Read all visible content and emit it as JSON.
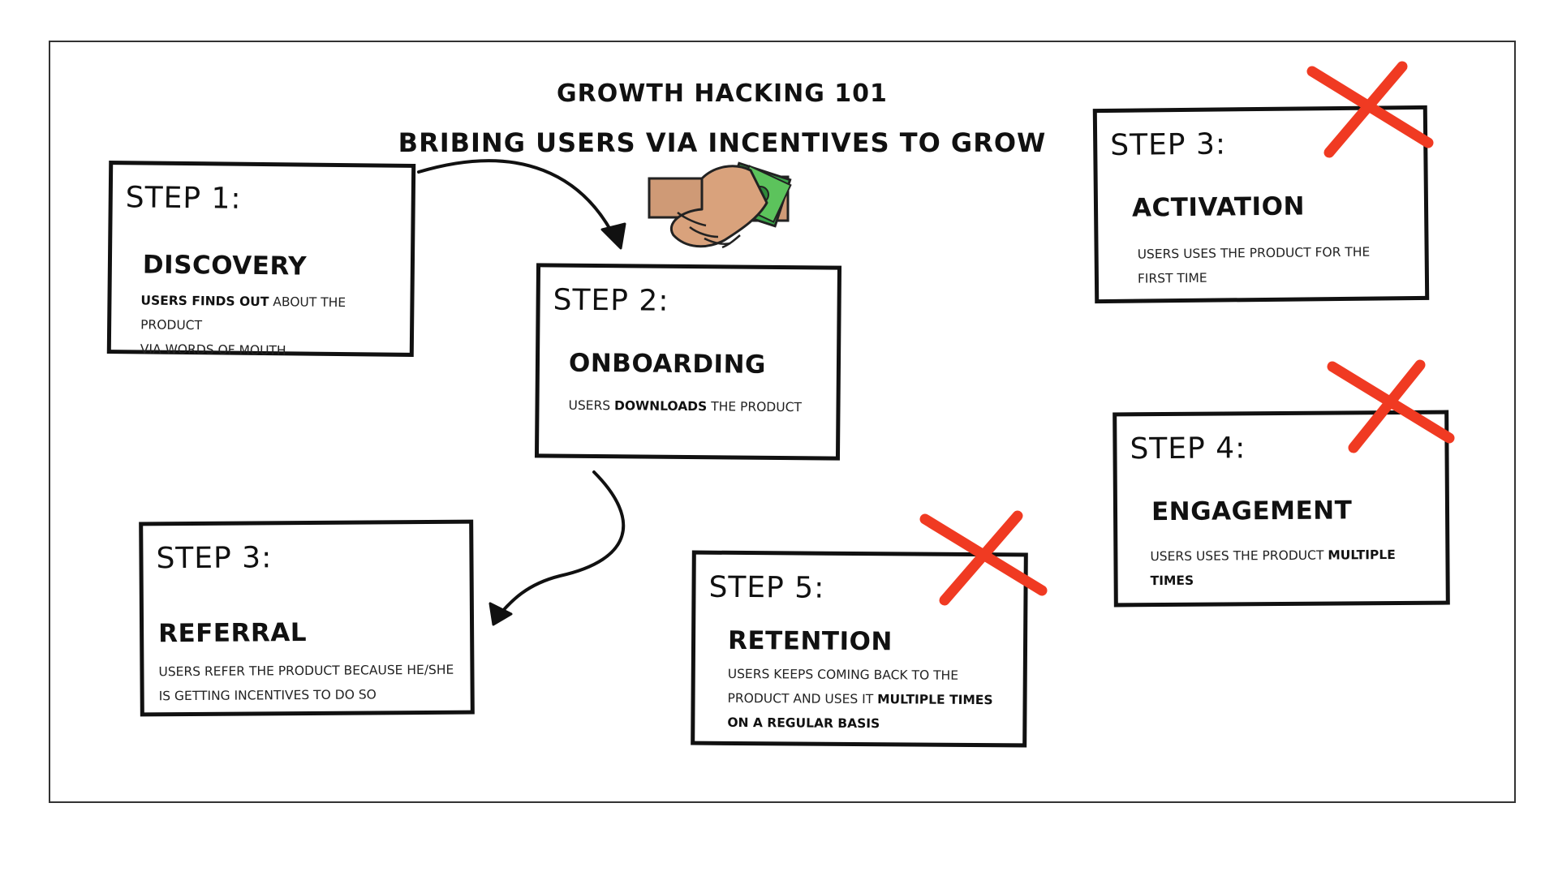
{
  "header": {
    "title": "GROWTH HACKING 101",
    "subtitle": "BRIBING USERS VIA INCENTIVES TO GROW"
  },
  "steps": [
    {
      "step_label": "STEP 1:",
      "name": "DISCOVERY",
      "desc_line1_bold": "USERS FINDS OUT",
      "desc_line1_rest": " ABOUT THE PRODUCT",
      "desc_line2": "VIA WORDS OF MOUTH",
      "crossed": false
    },
    {
      "step_label": "STEP 2:",
      "name": "ONBOARDING",
      "desc_pre": "USERS ",
      "desc_bold": "DOWNLOADS",
      "desc_post": " THE PRODUCT",
      "crossed": false
    },
    {
      "step_label": "STEP 3:",
      "name": "ACTIVATION",
      "desc_line1": "USERS USES THE PRODUCT FOR THE",
      "desc_line2": "FIRST TIME",
      "crossed": true
    },
    {
      "step_label": "STEP 3:",
      "name": "REFERRAL",
      "desc_line1": "USERS REFER THE PRODUCT BECAUSE HE/SHE",
      "desc_line2": "IS GETTING INCENTIVES TO DO SO",
      "crossed": false
    },
    {
      "step_label": "STEP 4:",
      "name": "ENGAGEMENT",
      "desc_line1_pre": "USERS USES THE PRODUCT ",
      "desc_line1_bold": "MULTIPLE",
      "desc_line2": "TIMES",
      "crossed": true
    },
    {
      "step_label": "STEP 5:",
      "name": "RETENTION",
      "desc_line1": "USERS KEEPS COMING BACK TO THE",
      "desc_line2_pre": "PRODUCT AND USES  IT ",
      "desc_line2_bold": "MULTIPLE TIMES",
      "desc_line3": "ON A REGULAR BASIS",
      "crossed": true
    }
  ],
  "colors": {
    "ink": "#111111",
    "cross": "#f03a22",
    "skin": "#d9a27c",
    "money": "#3aa64a"
  },
  "icons": [
    "handshake-money-icon",
    "cross-mark-icon",
    "arrow-icon"
  ]
}
